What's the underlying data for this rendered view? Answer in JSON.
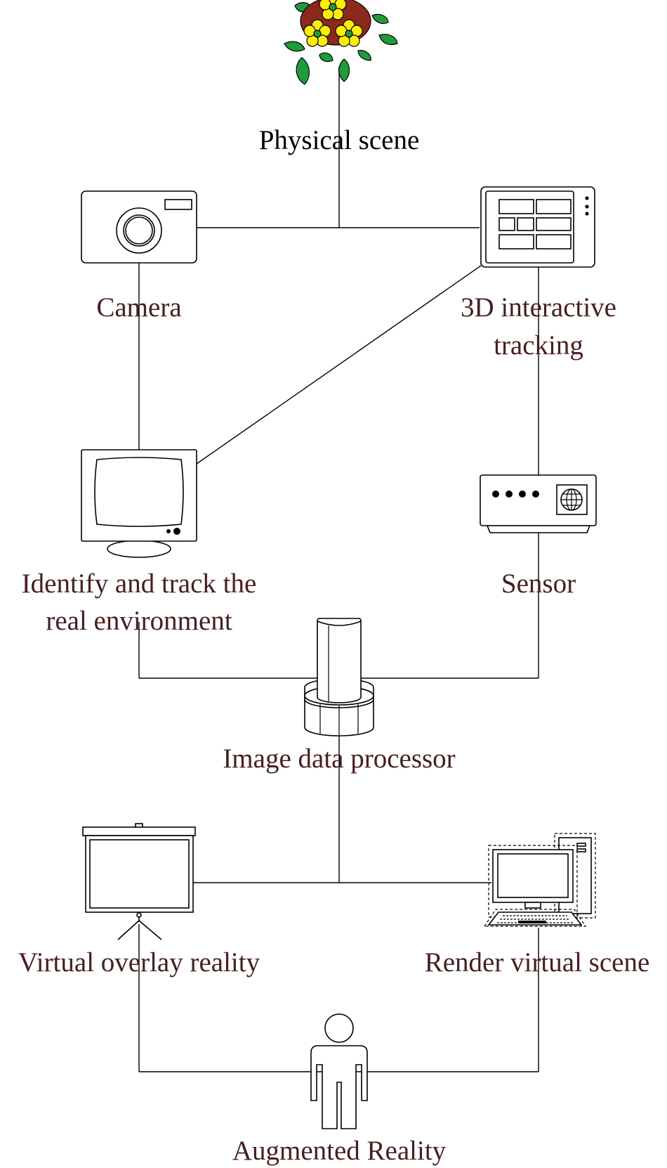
{
  "labels": {
    "physical_scene": "Physical scene",
    "camera": "Camera",
    "tracking_line1": "3D interactive",
    "tracking_line2": "tracking",
    "identify_line1": "Identify and track the",
    "identify_line2": "real environment",
    "sensor": "Sensor",
    "image_processor": "Image data processor",
    "virtual_overlay": "Virtual overlay reality",
    "render_scene": "Render virtual scene",
    "augmented_reality": "Augmented Reality"
  },
  "icons": {
    "physical_scene": "flower-bouquet-icon",
    "camera": "camera-icon",
    "tracking": "tablet-icon",
    "identify": "crt-monitor-icon",
    "sensor": "sensor-device-icon",
    "processor": "cylinder-processor-icon",
    "overlay": "projection-screen-icon",
    "render": "desktop-computer-icon",
    "user": "person-icon"
  },
  "colors": {
    "label_text": "#4a1e1e",
    "flower_yellow": "#ffee00",
    "leaf_green": "#1f9b3a",
    "flower_center": "#8b2a1a"
  }
}
